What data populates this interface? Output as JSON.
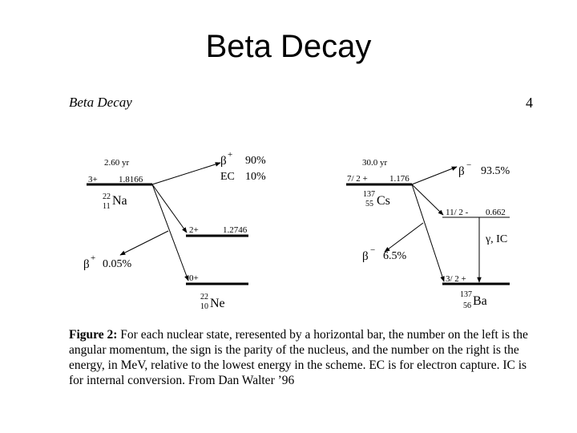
{
  "slide": {
    "title": "Beta Decay"
  },
  "page": {
    "header": "Beta Decay",
    "number": "4"
  },
  "left_scheme": {
    "parent": {
      "halflife": "2.60 yr",
      "spin": "3+",
      "energy": "1.8166",
      "mass": "22",
      "atomic": "11",
      "element": "Na"
    },
    "excited": {
      "spin": "2+",
      "energy": "1.2746"
    },
    "ground": {
      "spin": "0+",
      "mass": "22",
      "atomic": "10",
      "element": "Ne"
    },
    "branch_upper": {
      "beta_symbol": "β",
      "beta_sign": "+",
      "beta_pct": "90%",
      "ec_label": "EC",
      "ec_pct": "10%"
    },
    "branch_lower": {
      "beta_symbol": "β",
      "beta_sign": "+",
      "pct": "0.05%"
    }
  },
  "right_scheme": {
    "parent": {
      "halflife": "30.0 yr",
      "spin": "7/ 2 +",
      "energy": "1.176",
      "mass": "137",
      "atomic": "55",
      "element": "Cs"
    },
    "excited": {
      "spin": "11/ 2 -",
      "energy": "0.662"
    },
    "ground": {
      "spin": "3/ 2 +",
      "mass": "137",
      "atomic": "56",
      "element": "Ba"
    },
    "branch_upper": {
      "beta_symbol": "β",
      "beta_sign": "−",
      "pct": "93.5%"
    },
    "branch_lower": {
      "beta_symbol": "β",
      "beta_sign": "−",
      "pct": "6.5%"
    },
    "gamma": {
      "label": "γ, IC"
    }
  },
  "caption": {
    "label": "Figure 2:",
    "text": " For each nuclear state, reresented by a horizontal bar, the number on the left is the angular momentum, the sign is the parity of the nucleus, and the number on the right is the energy, in MeV, relative to the lowest energy in the scheme. EC is for electron capture. IC is for internal conversion. From Dan Walter ’96"
  }
}
